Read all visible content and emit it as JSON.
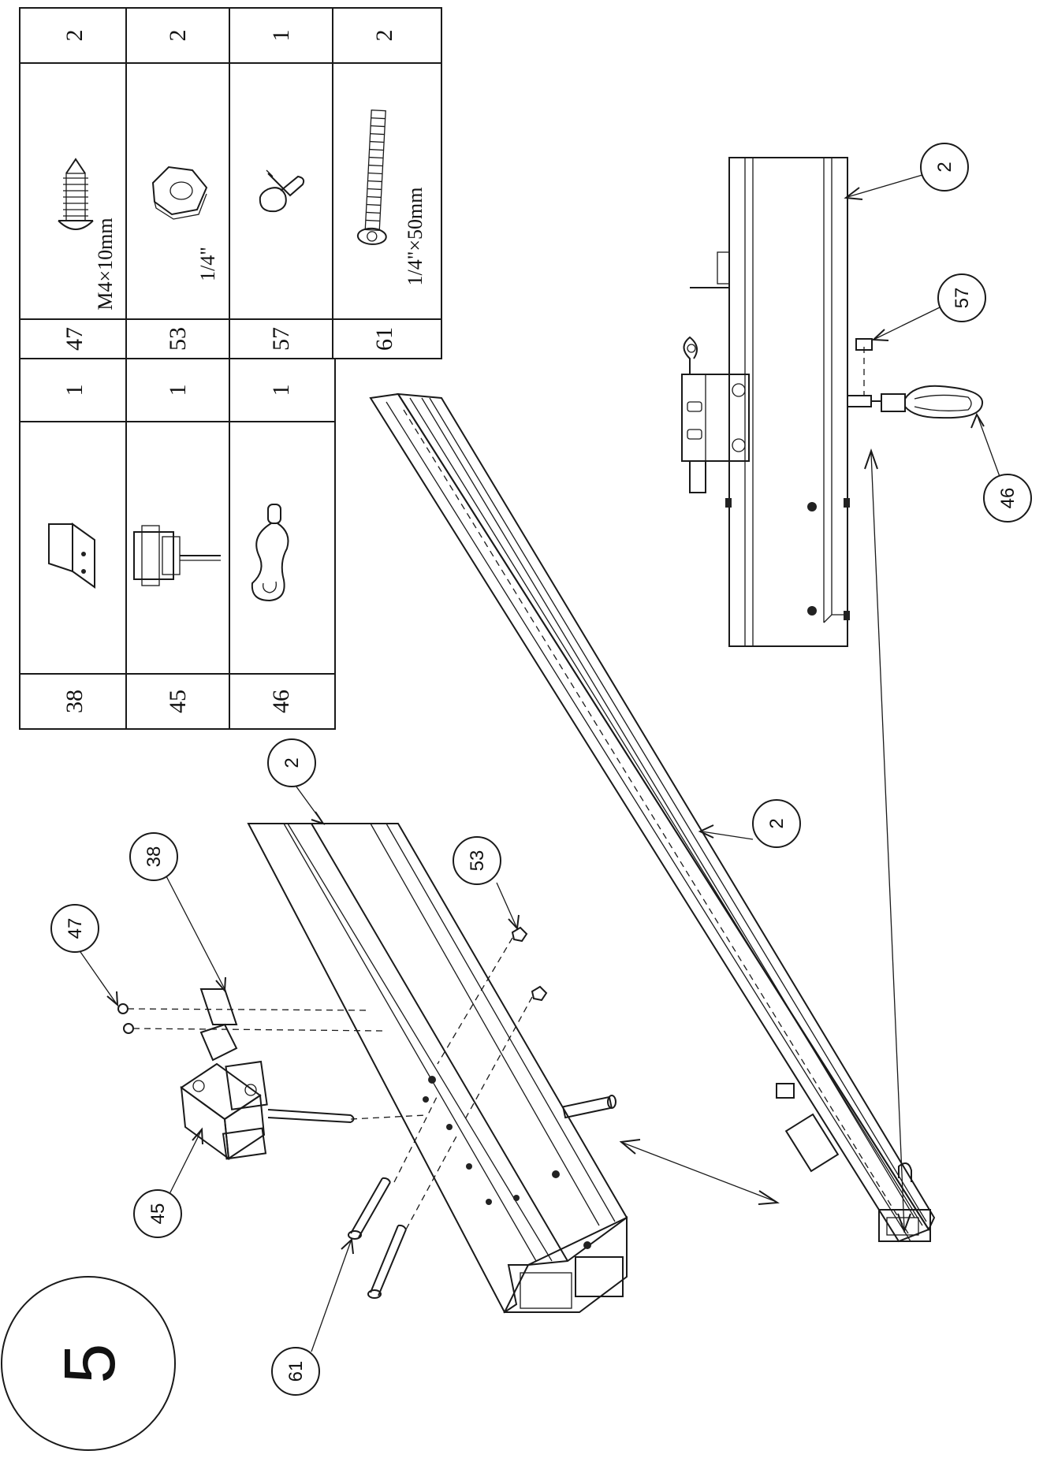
{
  "step_number": "5",
  "parts_table": {
    "left_block": [
      {
        "part": "38",
        "icon": "l-bracket-icon",
        "qty": "1"
      },
      {
        "part": "45",
        "icon": "latch-assembly-icon",
        "qty": "1"
      },
      {
        "part": "46",
        "icon": "pull-ring-icon",
        "qty": "1"
      }
    ],
    "right_block": [
      {
        "part": "47",
        "icon": "screw-icon",
        "size": "M4×10mm",
        "qty": "2"
      },
      {
        "part": "53",
        "icon": "hex-nut-icon",
        "size": "1/4\"",
        "qty": "2"
      },
      {
        "part": "57",
        "icon": "split-pin-icon",
        "size": "",
        "qty": "1"
      },
      {
        "part": "61",
        "icon": "bolt-icon",
        "size": "1/4\"×50mm",
        "qty": "2"
      }
    ]
  },
  "callouts": {
    "rail_top": "2",
    "rail_long": "2",
    "rail_side_view": "2",
    "bracket": "38",
    "screws": "47",
    "nuts": "53",
    "latch": "45",
    "bolts": "61",
    "pin": "57",
    "ring": "46"
  }
}
